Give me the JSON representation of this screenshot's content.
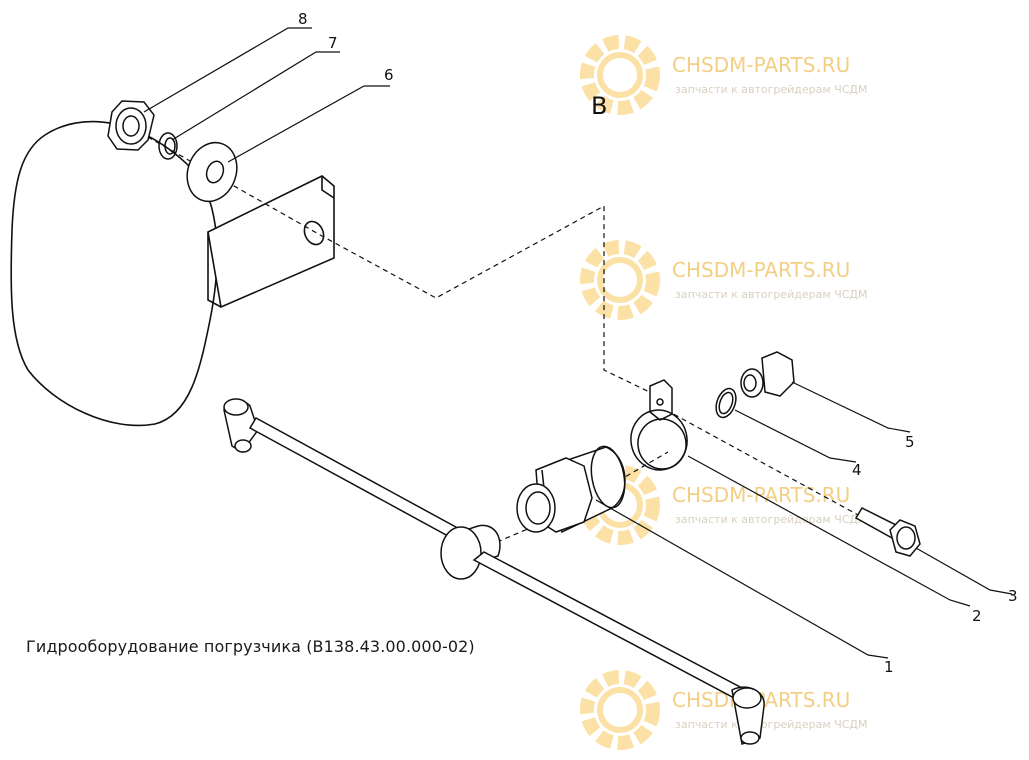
{
  "caption": "Гидрооборудование погрузчика (В138.43.00.000-02)",
  "view_letter": "В",
  "callouts": [
    "1",
    "2",
    "3",
    "4",
    "5",
    "6",
    "7",
    "8"
  ],
  "watermark": {
    "title": "CHSDM-PARTS.RU",
    "subtitle": "запчасти к автогрейдерам ЧСДМ"
  },
  "colors": {
    "line": "#111111",
    "watermark_gear": "#fbe1a6",
    "watermark_text": "#f2cf84"
  }
}
